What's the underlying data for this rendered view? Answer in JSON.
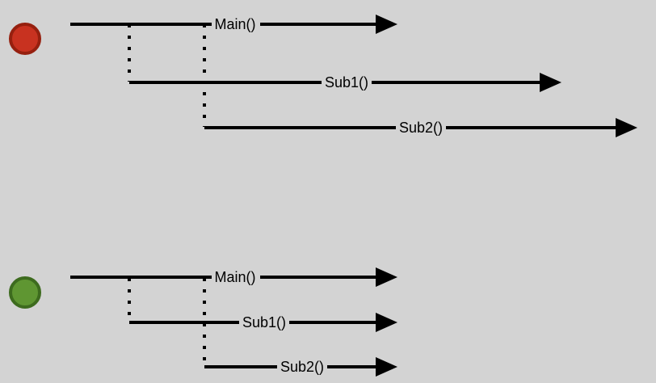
{
  "palette": {
    "background": "#d3d3d3",
    "line": "#000000",
    "label_halo": "#d3d3d3"
  },
  "panels": [
    {
      "status": "bad",
      "indicator": {
        "icon": "red-circle-icon",
        "fill": "#c83220",
        "stroke": "#96200f"
      },
      "threads": [
        {
          "label": "Main()"
        },
        {
          "label": "Sub1()"
        },
        {
          "label": "Sub2()"
        }
      ]
    },
    {
      "status": "good",
      "indicator": {
        "icon": "green-circle-icon",
        "fill": "#5f9632",
        "stroke": "#3d6b1e"
      },
      "threads": [
        {
          "label": "Main()"
        },
        {
          "label": "Sub1()"
        },
        {
          "label": "Sub2()"
        }
      ]
    }
  ]
}
